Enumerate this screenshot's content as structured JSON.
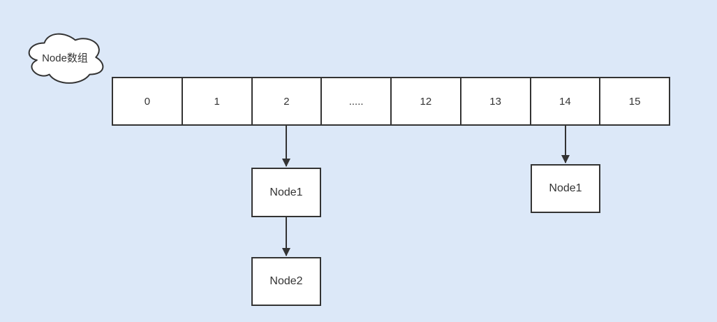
{
  "colors": {
    "background": "#dce8f8",
    "shape_fill": "#ffffff",
    "stroke": "#333333",
    "text": "#333333"
  },
  "diagram": {
    "cloud": {
      "label": "Node数组"
    },
    "array": {
      "cells": [
        "0",
        "1",
        "2",
        ".....",
        "12",
        "13",
        "14",
        "15"
      ]
    },
    "nodes": {
      "bucket2_chain": [
        {
          "label": "Node1"
        },
        {
          "label": "Node2"
        }
      ],
      "bucket14_chain": [
        {
          "label": "Node1"
        }
      ]
    }
  }
}
